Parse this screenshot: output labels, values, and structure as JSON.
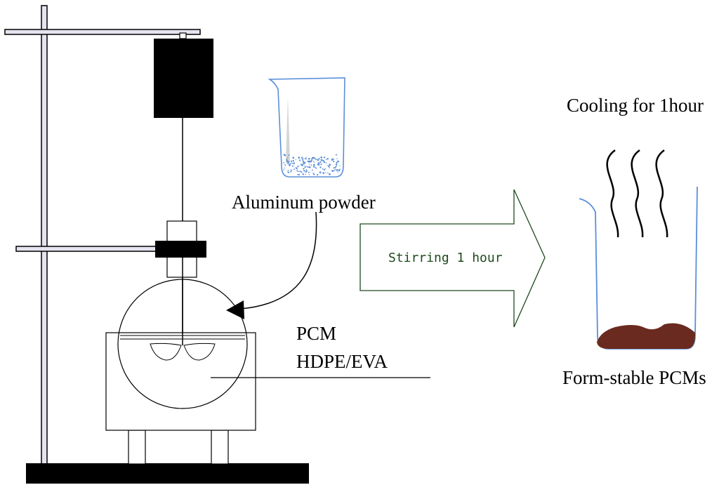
{
  "labels": {
    "aluminum_powder": "Aluminum powder",
    "pcm": "PCM",
    "hdpe_eva": "HDPE/EVA",
    "stirring": "Stirring 1 hour",
    "cooling": "Cooling for 1hour",
    "form_stable": "Form-stable PCMs"
  },
  "colors": {
    "outline": "#000000",
    "stand_fill": "#e6e3f0",
    "glass": "#5b8fd9",
    "arrow_stroke": "#1d4a1d",
    "arrow_text": "#1d4a1d",
    "product_fill": "#6b2a1f",
    "stand_dark": "#000000"
  }
}
